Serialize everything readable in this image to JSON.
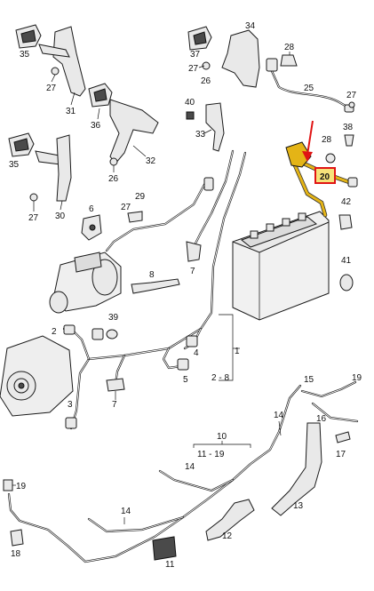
{
  "diagram": {
    "callouts": {
      "c1": "1",
      "c2": "2",
      "c2_8": "2 - 8",
      "c3": "3",
      "c4": "4",
      "c5": "5",
      "c6": "6",
      "c7a": "7",
      "c7b": "7",
      "c7c": "7",
      "c8": "8",
      "c10": "10",
      "c11_19": "11 - 19",
      "c11": "11",
      "c12": "12",
      "c13": "13",
      "c14a": "14",
      "c14b": "14",
      "c14c": "14",
      "c15": "15",
      "c16": "16",
      "c17": "17",
      "c18": "18",
      "c19a": "19",
      "c19b": "19",
      "c20": "20",
      "c25": "25",
      "c26a": "26",
      "c26b": "26",
      "c27a": "27",
      "c27b": "27",
      "c27c": "27",
      "c27d": "27",
      "c28a": "28",
      "c28b": "28",
      "c29": "29",
      "c30": "30",
      "c31": "31",
      "c32": "32",
      "c33": "33",
      "c34": "34",
      "c35a": "35",
      "c35b": "35",
      "c36": "36",
      "c37": "37",
      "c38": "38",
      "c39": "39",
      "c40": "40",
      "c41": "41",
      "c42": "42"
    },
    "colors": {
      "highlight_frame": "#e01414",
      "highlight_arrow": "#e01414",
      "highlight_cable": "#e4b416",
      "line": "#1a1a1a",
      "battery_fill": "#ededed"
    }
  }
}
